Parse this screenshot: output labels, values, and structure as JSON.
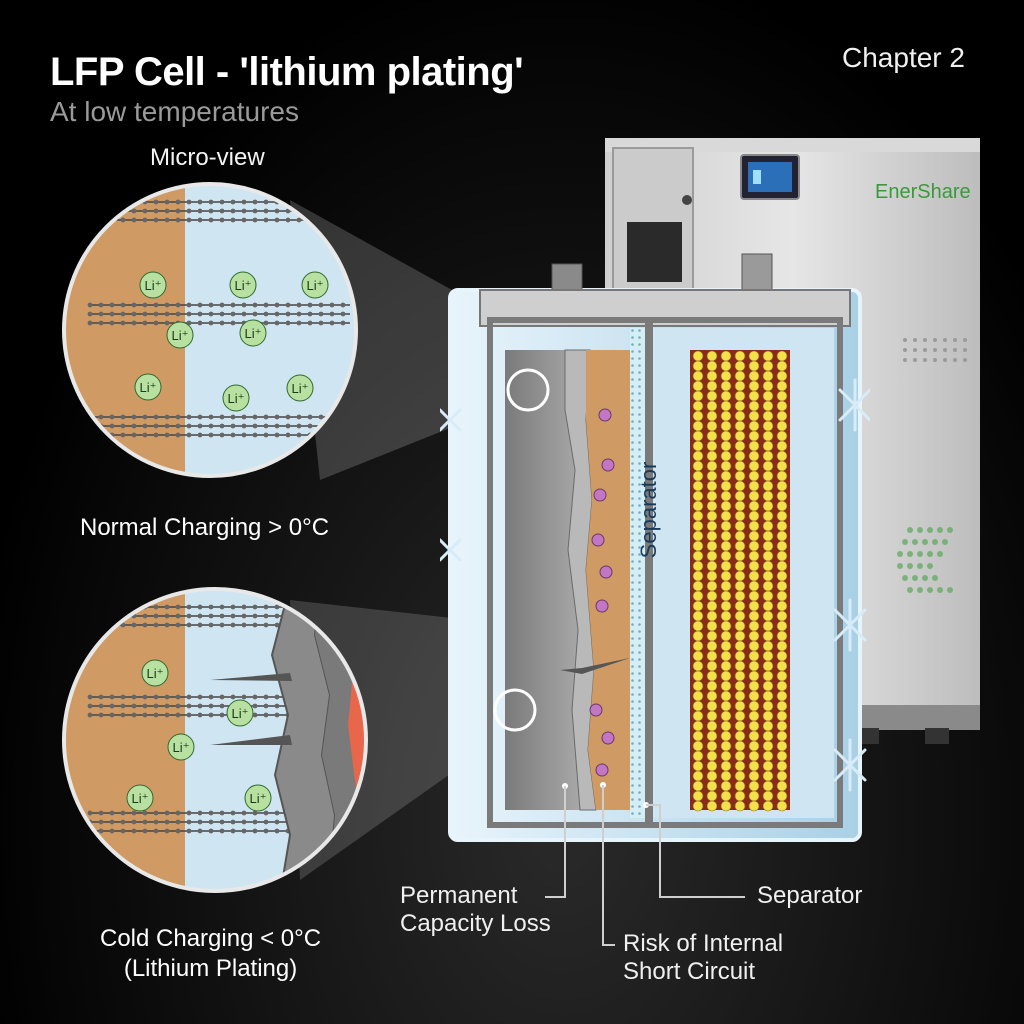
{
  "header": {
    "title": "LFP Cell - 'lithium plating'",
    "subtitle": "At low temperatures",
    "chapter": "Chapter 2"
  },
  "micro_view": {
    "label": "Micro-view",
    "ion_label": "Li⁺",
    "normal_caption": "Normal Charging > 0°C",
    "cold_caption_line1": "Cold Charging < 0°C",
    "cold_caption_line2": "(Lithium Plating)"
  },
  "cell": {
    "separator_vertical_label": "Separator",
    "annotations": {
      "capacity_loss_line1": "Permanent",
      "capacity_loss_line2": "Capacity Loss",
      "short_circuit_line1": "Risk of Internal",
      "short_circuit_line2": "Short Circuit",
      "separator": "Separator"
    }
  },
  "background_unit": {
    "brand": "EnerShare"
  },
  "colors": {
    "anode": "#cf9a63",
    "electrolyte": "#cfe6f2",
    "ion_fill": "#b8e0a0",
    "plating": "#8a8a8a",
    "plating_red": "#e8664a",
    "cathode_yellow": "#f3e04a",
    "cathode_red": "#c23a2a",
    "ion_purple": "#c276c4",
    "brand_green": "#3a9a3a"
  }
}
